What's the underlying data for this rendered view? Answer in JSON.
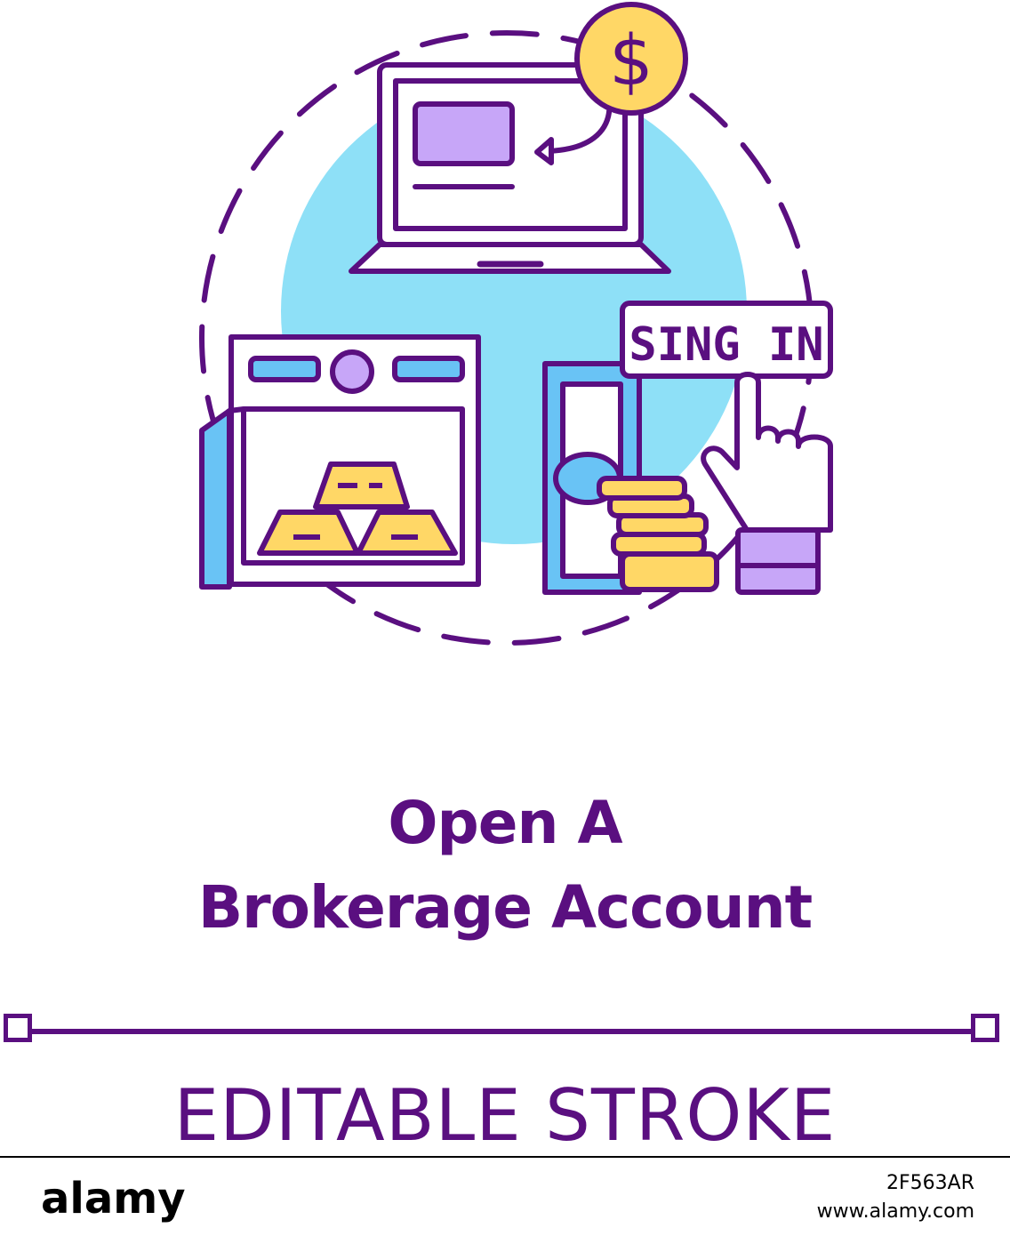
{
  "illustration": {
    "sign_in_button_label": "SING IN",
    "coin_symbol": "$",
    "icons": [
      "laptop-icon",
      "dollar-coin-icon",
      "safe-icon",
      "gold-bars-icon",
      "banknote-icon",
      "coin-stack-icon",
      "pointing-hand-icon"
    ],
    "colors": {
      "outline": "#5a0f80",
      "circle_bg": "#8ee0f7",
      "laptop_screen_card": "#c7a6f8",
      "coin": "#ffd766",
      "gold": "#ffd766",
      "safe_blue": "#69c3f5",
      "safe_knob": "#c7a6f8",
      "sleeve": "#c7a6f8"
    }
  },
  "title": {
    "line1": "Open A",
    "line2": "Brokerage Account"
  },
  "editable_stroke": {
    "label": "EDITABLE STROKE"
  },
  "footer": {
    "brand": "alamy",
    "image_id": "2F563AR",
    "site": "www.alamy.com"
  }
}
